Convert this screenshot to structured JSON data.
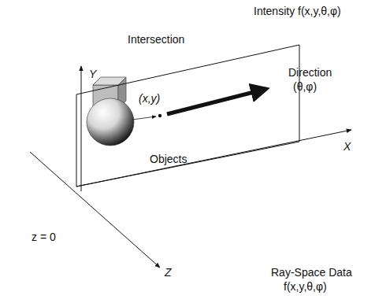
{
  "diagram": {
    "labels": [
      "Intensity f(x,y,θ,φ)",
      "Intersection",
      "(x,y)",
      "Direction",
      "(θ,φ)",
      "Y",
      "X",
      "Z",
      "z = 0",
      "Objects",
      "Ray-Space Data",
      "f(x,y,θ,φ)"
    ]
  }
}
